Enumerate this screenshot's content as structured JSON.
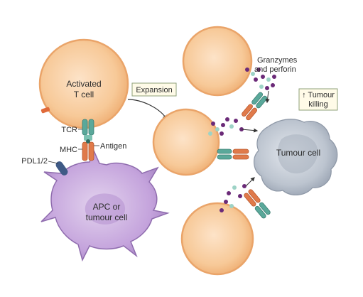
{
  "labels": {
    "activated_t_cell_line1": "Activated",
    "activated_t_cell_line2": "T cell",
    "expansion": "Expansion",
    "tcr": "TCR",
    "mhc": "MHC",
    "antigen": "Antigen",
    "pdl": "PDL1/2",
    "apc_line1": "APC or",
    "apc_line2": "tumour cell",
    "granzymes_line1": "Granzymes",
    "granzymes_line2": "and perforin",
    "tumour_killing_line1": "↑ Tumour",
    "tumour_killing_line2": "killing",
    "tumour_cell": "Tumour cell"
  },
  "colors": {
    "t_cell_fill": "#f6c89a",
    "t_cell_stroke": "#e8a56b",
    "apc_fill": "#c7a8dc",
    "apc_stroke": "#9a78b8",
    "tumour_fill": "#b8c0cc",
    "tcr_teal": "#5aa89a",
    "mhc_orange": "#e07a4a",
    "pdl_blue": "#3f5a86",
    "granule_purple": "#6b2a78",
    "granule_teal": "#9dd3c6"
  }
}
